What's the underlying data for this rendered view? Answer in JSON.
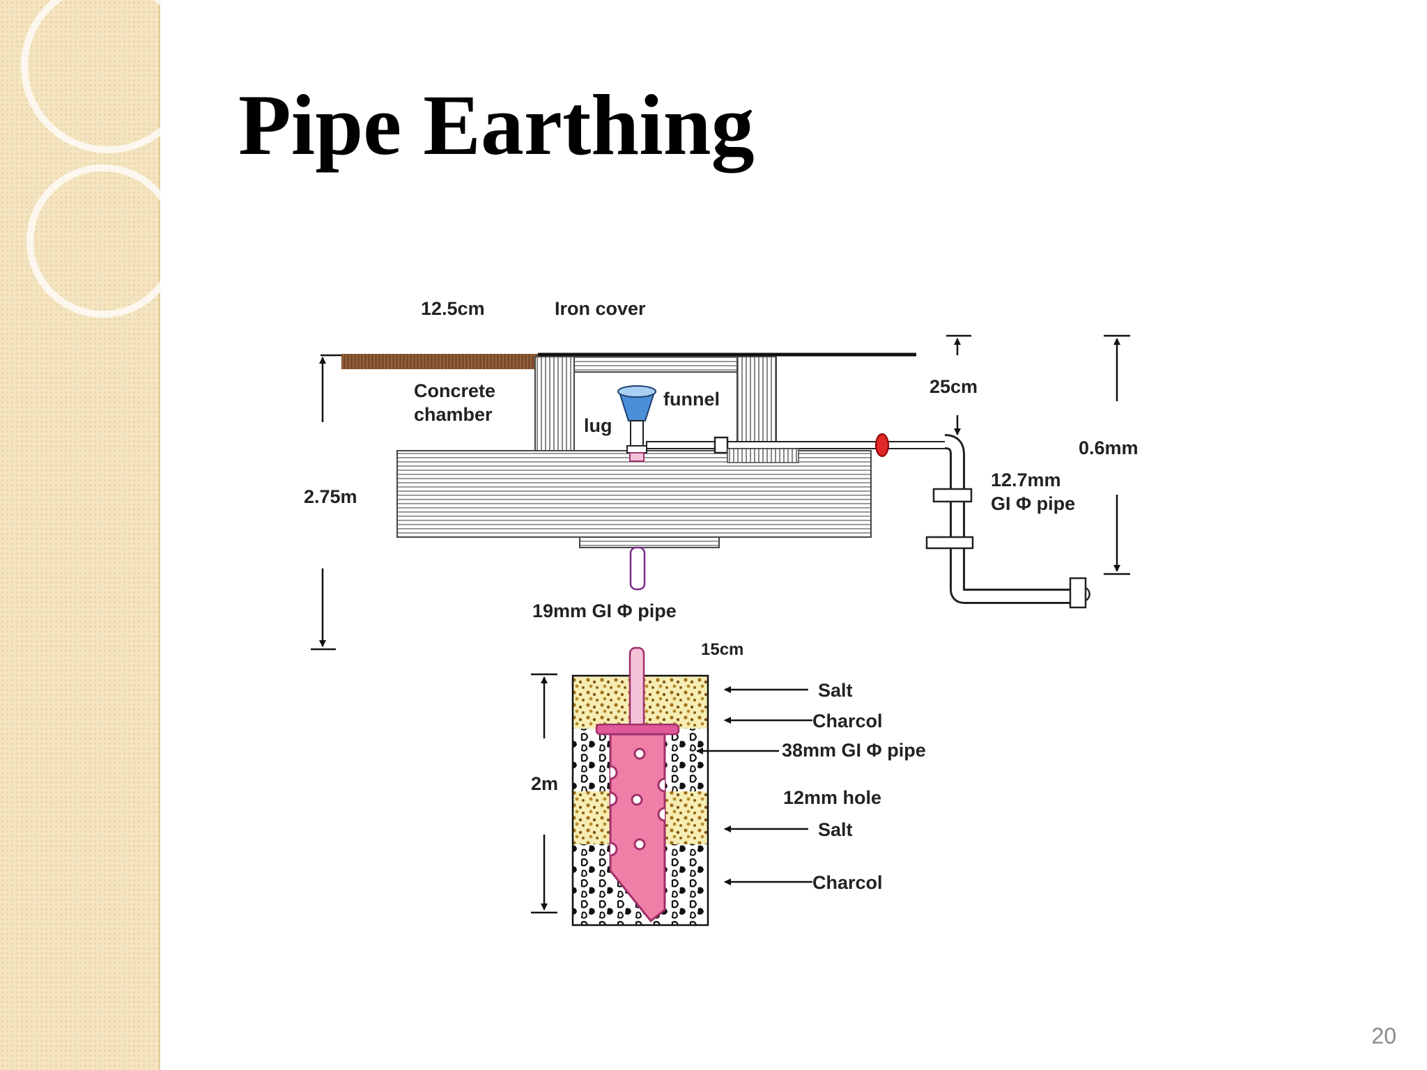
{
  "slide": {
    "title": "Pipe Earthing",
    "page_number": "20"
  },
  "diagram": {
    "labels": {
      "cover_width": "12.5cm",
      "iron_cover": "Iron cover",
      "concrete_1": "Concrete",
      "concrete_2": "chamber",
      "funnel": "funnel",
      "lug": "lug",
      "top_depth": "25cm",
      "right_depth": "0.6mm",
      "gi_pipe_small_1": "12.7mm",
      "gi_pipe_small_2": "GI Φ pipe",
      "total_depth": "2.75m",
      "gi_pipe_main": "19mm GI Φ pipe",
      "pit_width": "15cm",
      "pit_depth": "2m",
      "layer_salt_1": "Salt",
      "layer_charcol_1": "Charcol",
      "gi_pipe_large": "38mm GI Φ pipe",
      "hole_size": "12mm hole",
      "layer_salt_2": "Salt",
      "layer_charcol_2": "Charcol"
    },
    "colors": {
      "cover": "#7a4a2a",
      "funnel": "#4a8fd8",
      "valve": "#e02828",
      "electrode": "#f07fa8",
      "electrode_outline": "#a0306a",
      "salt_fill": "#f6edb4",
      "dots": "#a0701a"
    }
  }
}
